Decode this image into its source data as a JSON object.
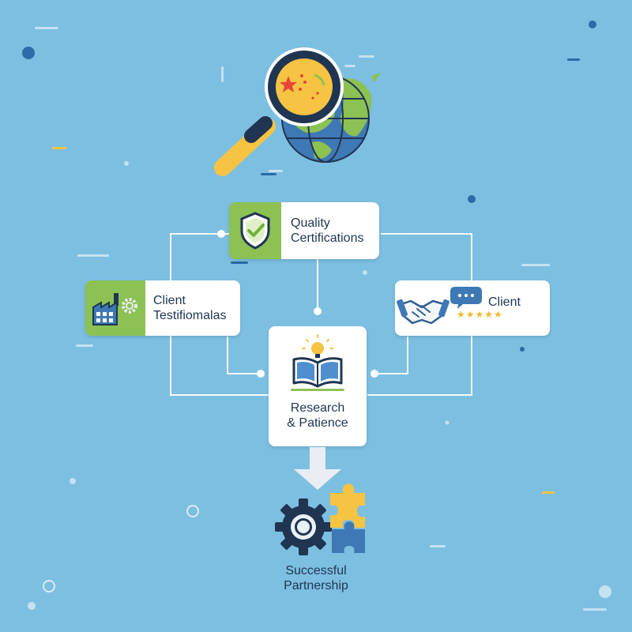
{
  "colors": {
    "background": "#7dbfe1",
    "node_fill": "#ffffff",
    "accent_green": "#8cc153",
    "navy": "#1f3552",
    "yellow": "#f6c342",
    "blue": "#3f79b5"
  },
  "nodes": {
    "quality": {
      "line1": "Quality",
      "line2": "Certifications",
      "icon": "shield-check-icon"
    },
    "testimonials": {
      "line1": "Client",
      "line2": "Testifiomalas",
      "icon": "factory-gear-icon"
    },
    "client_reviews": {
      "label": "Client",
      "icon": "handshake-chat-icon",
      "stars": "★★★★★"
    },
    "research": {
      "line1": "Research",
      "line2": "& Patience",
      "icon": "open-book-lightbulb-icon"
    },
    "result": {
      "line1": "Successful",
      "line2": "Partnership",
      "icon": "gear-puzzle-icon"
    }
  },
  "header_icon": "magnifier-globe-icon"
}
